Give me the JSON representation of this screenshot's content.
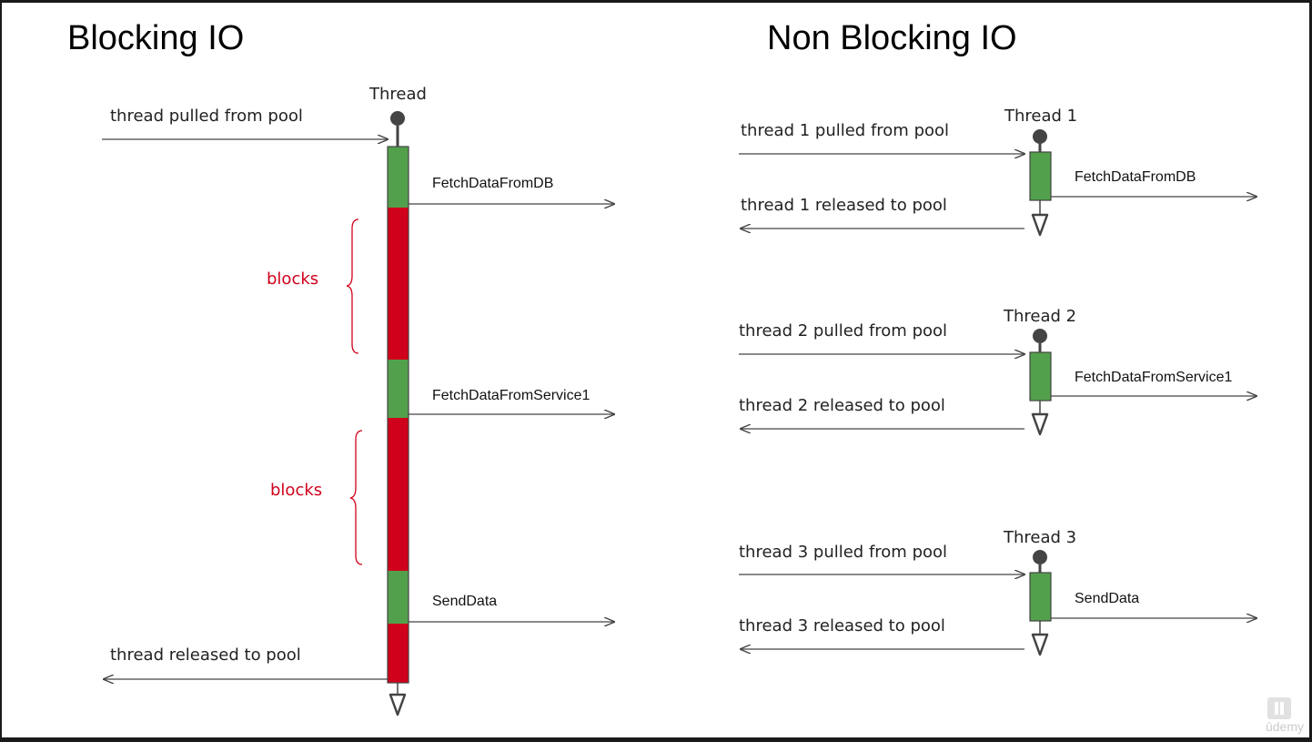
{
  "blocking": {
    "title": "Blocking IO",
    "thread_label": "Thread",
    "pulled_label": "thread pulled from pool",
    "released_label": "thread released to pool",
    "steps": [
      "FetchDataFromDB",
      "FetchDataFromService1",
      "SendData"
    ],
    "block_label": "blocks"
  },
  "nonblocking": {
    "title": "Non Blocking IO",
    "threads": [
      {
        "label": "Thread 1",
        "pulled": "thread 1 pulled from pool",
        "released": "thread 1 released to pool",
        "task": "FetchDataFromDB"
      },
      {
        "label": "Thread 2",
        "pulled": "thread 2 pulled from pool",
        "released": "thread 2 released to pool",
        "task": "FetchDataFromService1"
      },
      {
        "label": "Thread 3",
        "pulled": "thread 3 pulled from pool",
        "released": "thread 3 released to pool",
        "task": "SendData"
      }
    ]
  },
  "colors": {
    "active": "#52a04c",
    "blocked": "#d0021b",
    "line": "#444444"
  },
  "watermark": {
    "text": "ūdemy",
    "pause_icon": "pause-icon"
  }
}
